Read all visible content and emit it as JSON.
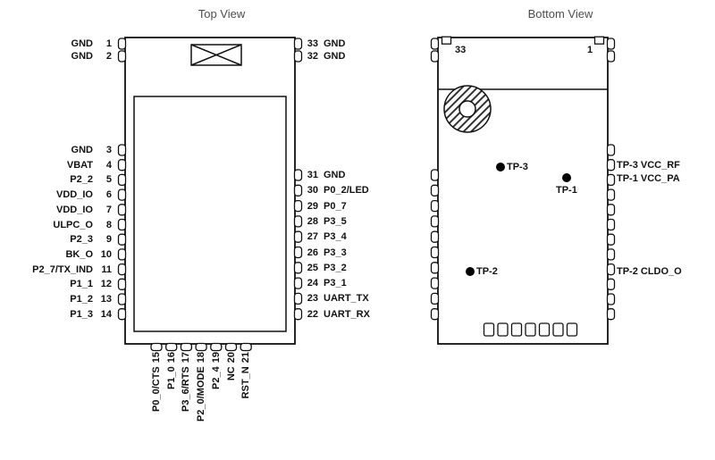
{
  "titles": {
    "top": "Top View",
    "bottom": "Bottom View"
  },
  "top_view": {
    "left_pins": [
      {
        "name": "GND",
        "num": "1"
      },
      {
        "name": "GND",
        "num": "2"
      },
      {
        "name": "GND",
        "num": "3"
      },
      {
        "name": "VBAT",
        "num": "4"
      },
      {
        "name": "P2_2",
        "num": "5"
      },
      {
        "name": "VDD_IO",
        "num": "6"
      },
      {
        "name": "VDD_IO",
        "num": "7"
      },
      {
        "name": "ULPC_O",
        "num": "8"
      },
      {
        "name": "P2_3",
        "num": "9"
      },
      {
        "name": "BK_O",
        "num": "10"
      },
      {
        "name": "P2_7/TX_IND",
        "num": "11"
      },
      {
        "name": "P1_1",
        "num": "12"
      },
      {
        "name": "P1_2",
        "num": "13"
      },
      {
        "name": "P1_3",
        "num": "14"
      }
    ],
    "right_pins": [
      {
        "num": "33",
        "name": "GND"
      },
      {
        "num": "32",
        "name": "GND"
      },
      {
        "num": "31",
        "name": "GND"
      },
      {
        "num": "30",
        "name": "P0_2/LED"
      },
      {
        "num": "29",
        "name": "P0_7"
      },
      {
        "num": "28",
        "name": "P3_5"
      },
      {
        "num": "27",
        "name": "P3_4"
      },
      {
        "num": "26",
        "name": "P3_3"
      },
      {
        "num": "25",
        "name": "P3_2"
      },
      {
        "num": "24",
        "name": "P3_1"
      },
      {
        "num": "23",
        "name": "UART_TX"
      },
      {
        "num": "22",
        "name": "UART_RX"
      }
    ],
    "bottom_pins": [
      {
        "name": "P0_0/CTS",
        "num": "15"
      },
      {
        "name": "P1_0",
        "num": "16"
      },
      {
        "name": "P3_6/RTS",
        "num": "17"
      },
      {
        "name": "P2_0/MODE",
        "num": "18"
      },
      {
        "name": "P2_4",
        "num": "19"
      },
      {
        "name": "NC",
        "num": "20"
      },
      {
        "name": "RST_N",
        "num": "21"
      }
    ]
  },
  "bottom_view": {
    "corner_pin_left": "33",
    "corner_pin_right": "1",
    "test_points": [
      {
        "id": "TP-3"
      },
      {
        "id": "TP-1"
      },
      {
        "id": "TP-2"
      }
    ],
    "right_labels": [
      {
        "label": "TP-3 VCC_RF"
      },
      {
        "label": "TP-1 VCC_PA"
      },
      {
        "label": "TP-2 CLDO_O"
      }
    ]
  }
}
